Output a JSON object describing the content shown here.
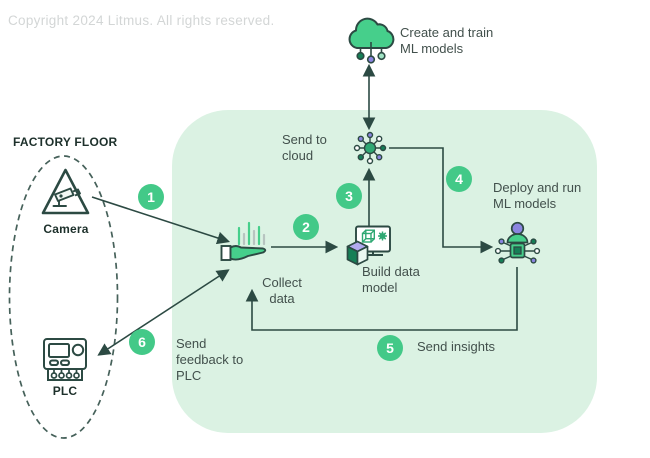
{
  "copyright": "Copyright 2024 Litmus. All rights reserved.",
  "factory_floor": {
    "title": "FACTORY FLOOR",
    "camera_label": "Camera",
    "plc_label": "PLC",
    "camera_icon": "cctv-camera-icon",
    "plc_icon": "plc-device-icon"
  },
  "cloud_node": {
    "label_line1": "Create and train",
    "label_line2": "ML models",
    "icon": "cloud-ml-icon"
  },
  "nodes": {
    "send_to_cloud": {
      "label_line1": "Send to",
      "label_line2": "cloud",
      "icon": "network-node-icon"
    },
    "collect_data": {
      "label_line1": "Collect",
      "label_line2": "data",
      "icon": "hand-collect-icon"
    },
    "build_model": {
      "label_line1": "Build data",
      "label_line2": "model",
      "icon": "data-model-icon"
    },
    "deploy_run": {
      "label_line1": "Deploy and run",
      "label_line2": "ML models",
      "icon": "user-chip-icon"
    }
  },
  "steps": {
    "s1": "1",
    "s2": "2",
    "s3": "3",
    "s4": "4",
    "s5": "5",
    "s6": "6"
  },
  "flow_labels": {
    "send_insights": "Send insights",
    "send_feedback_line1": "Send",
    "send_feedback_line2": "feedback to",
    "send_feedback_line3": "PLC"
  },
  "colors": {
    "badge_green": "#43c988",
    "panel_green": "#dbf2e3",
    "line_dark": "#2c4a43",
    "icon_green": "#46cf8b",
    "dark_green": "#157f56",
    "lavender": "#8b85e0",
    "copyright_gray": "#d3d6d6"
  }
}
